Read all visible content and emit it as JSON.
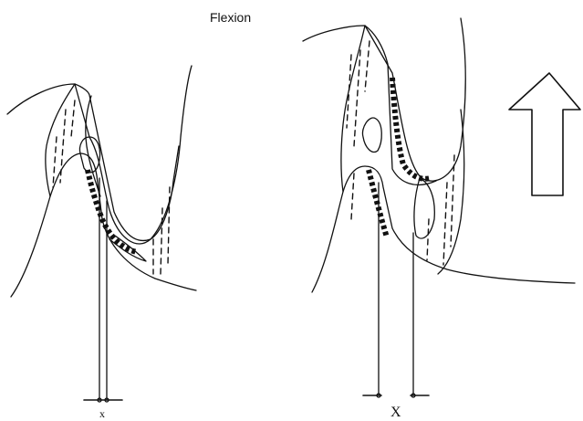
{
  "figure": {
    "title": "Flexion",
    "left_panel": {
      "marker_label": "x"
    },
    "right_panel": {
      "marker_label": "X"
    }
  }
}
